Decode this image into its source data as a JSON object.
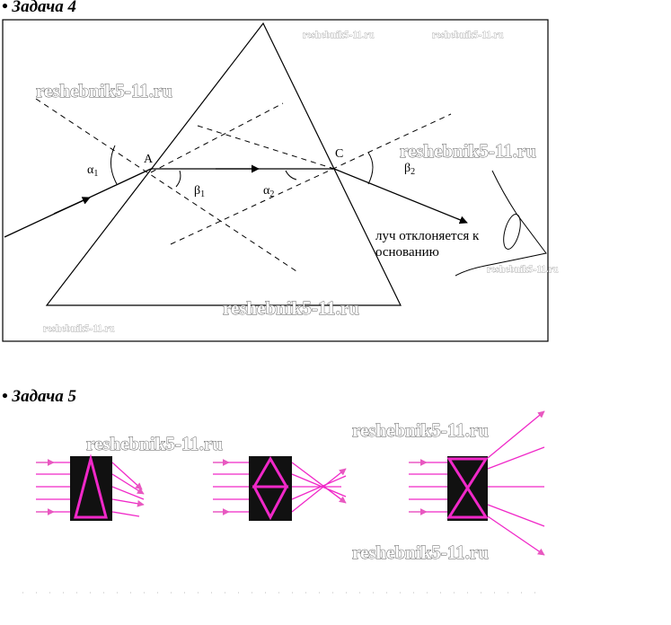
{
  "task4": {
    "title": "• Задача 4",
    "points": {
      "a": "A",
      "c": "C"
    },
    "angles": {
      "alpha1": "α",
      "alpha1_sub": "1",
      "beta1": "β",
      "beta1_sub": "1",
      "alpha2": "α",
      "alpha2_sub": "2",
      "beta2": "β",
      "beta2_sub": "2"
    },
    "note_line1": "луч отклоняется к",
    "note_line2": "основанию"
  },
  "task5": {
    "title": "• Задача 5"
  },
  "watermark": "reshebnik5-11.ru",
  "colors": {
    "ray": "#f028c8",
    "arrow": "#e858c0",
    "prism_fill": "#111111",
    "line": "#000000"
  }
}
